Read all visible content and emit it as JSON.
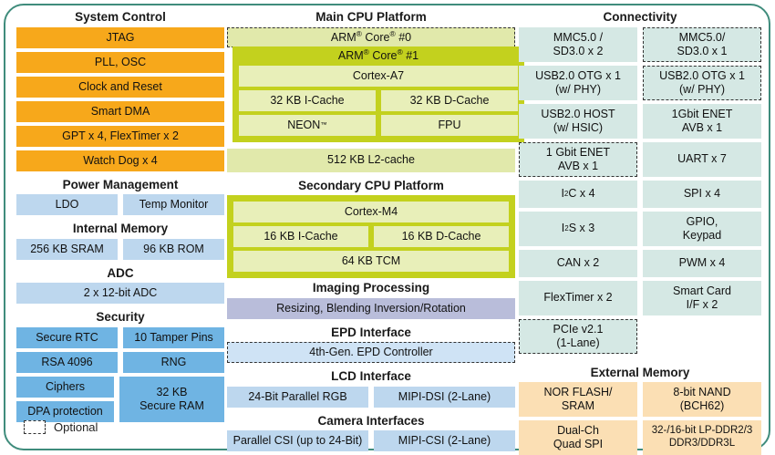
{
  "legend": {
    "label": "Optional",
    "icon": "dashed-box-icon"
  },
  "colors": {
    "border": "#3f8c7c",
    "orange": "#f7a81b",
    "blue_light": "#bdd7ee",
    "blue_medium": "#6fb4e3",
    "teal": "#d5e8e4",
    "peach": "#fbdfb4",
    "lavender": "#b9bdda",
    "green_pale": "#e1e9ab",
    "green_strong": "#c3d11e"
  },
  "left": {
    "system_control": {
      "title": "System Control",
      "items": [
        "JTAG",
        "PLL, OSC",
        "Clock and Reset",
        "Smart DMA",
        "GPT x 4, FlexTimer x 2",
        "Watch Dog x 4"
      ]
    },
    "power_management": {
      "title": "Power Management",
      "items": [
        "LDO",
        "Temp Monitor"
      ]
    },
    "internal_memory": {
      "title": "Internal Memory",
      "items": [
        "256 KB SRAM",
        "96 KB ROM"
      ]
    },
    "adc": {
      "title": "ADC",
      "items": [
        "2 x 12-bit ADC"
      ]
    },
    "security": {
      "title": "Security",
      "left_items": [
        "Secure RTC",
        "RSA 4096",
        "Ciphers",
        "DPA protection"
      ],
      "right_items": [
        "10 Tamper Pins",
        "RNG"
      ],
      "secure_ram": "32 KB\nSecure RAM",
      "secure_ram_line1": "32 KB",
      "secure_ram_line2": "Secure RAM"
    }
  },
  "middle": {
    "main_cpu": {
      "title": "Main CPU Platform",
      "core0_label": "ARM Core #0",
      "core1_label": "ARM Core #1",
      "cpu_name": "Cortex-A7",
      "icache": "32 KB I-Cache",
      "dcache": "32 KB D-Cache",
      "neon": "NEON",
      "fpu": "FPU",
      "l2": "512 KB L2-cache"
    },
    "secondary_cpu": {
      "title": "Secondary CPU Platform",
      "cpu_name": "Cortex-M4",
      "icache": "16 KB I-Cache",
      "dcache": "16 KB D-Cache",
      "tcm": "64 KB TCM"
    },
    "imaging": {
      "title": "Imaging Processing",
      "items": [
        "Resizing, Blending Inversion/Rotation"
      ]
    },
    "epd": {
      "title": "EPD Interface",
      "items": [
        "4th-Gen. EPD Controller"
      ]
    },
    "lcd": {
      "title": "LCD Interface",
      "items": [
        "24-Bit Parallel RGB",
        "MIPI-DSI (2-Lane)"
      ]
    },
    "camera": {
      "title": "Camera Interfaces",
      "items": [
        "Parallel CSI (up to 24-Bit)",
        "MIPI-CSI (2-Lane)"
      ]
    }
  },
  "right": {
    "connectivity": {
      "title": "Connectivity",
      "rows": [
        {
          "left": "MMC5.0 /\nSD3.0 x 2",
          "left_l1": "MMC5.0 /",
          "left_l2": "SD3.0 x 2",
          "left_optional": false,
          "right_l1": "MMC5.0/",
          "right_l2": "SD3.0 x 1",
          "right_optional": true
        },
        {
          "left_l1": "USB2.0 OTG x 1",
          "left_l2": "(w/ PHY)",
          "left_optional": false,
          "right_l1": "USB2.0 OTG x 1",
          "right_l2": "(w/ PHY)",
          "right_optional": true
        },
        {
          "left_l1": "USB2.0 HOST",
          "left_l2": "(w/ HSIC)",
          "left_optional": false,
          "right_l1": "1Gbit ENET",
          "right_l2": "AVB x 1",
          "right_optional": false
        },
        {
          "left_l1": "1 Gbit ENET",
          "left_l2": "AVB x 1",
          "left_optional": true,
          "right_l1": "UART x 7",
          "right_l2": "",
          "right_optional": false
        },
        {
          "left_l1": "I2C x 4",
          "left_l2": "",
          "left_optional": false,
          "right_l1": "SPI x 4",
          "right_l2": "",
          "right_optional": false
        },
        {
          "left_l1": "I2S x 3",
          "left_l2": "",
          "left_optional": false,
          "right_l1": "GPIO,",
          "right_l2": "Keypad",
          "right_optional": false
        },
        {
          "left_l1": "CAN x 2",
          "left_l2": "",
          "left_optional": false,
          "right_l1": "PWM x 4",
          "right_l2": "",
          "right_optional": false
        },
        {
          "left_l1": "FlexTimer x 2",
          "left_l2": "",
          "left_optional": false,
          "right_l1": "Smart Card",
          "right_l2": "I/F x 2",
          "right_optional": false
        },
        {
          "left_l1": "PCIe v2.1",
          "left_l2": "(1-Lane)",
          "left_optional": true,
          "right_l1": "",
          "right_l2": "",
          "right_optional": false
        }
      ]
    },
    "external_memory": {
      "title": "External Memory",
      "rows": [
        {
          "left_l1": "NOR FLASH/",
          "left_l2": "SRAM",
          "right_l1": "8-bit NAND",
          "right_l2": "(BCH62)"
        },
        {
          "left_l1": "Dual-Ch",
          "left_l2": "Quad SPI",
          "right_l1": "32-/16-bit LP-DDR2/3",
          "right_l2": "DDR3/DDR3L"
        }
      ]
    }
  }
}
